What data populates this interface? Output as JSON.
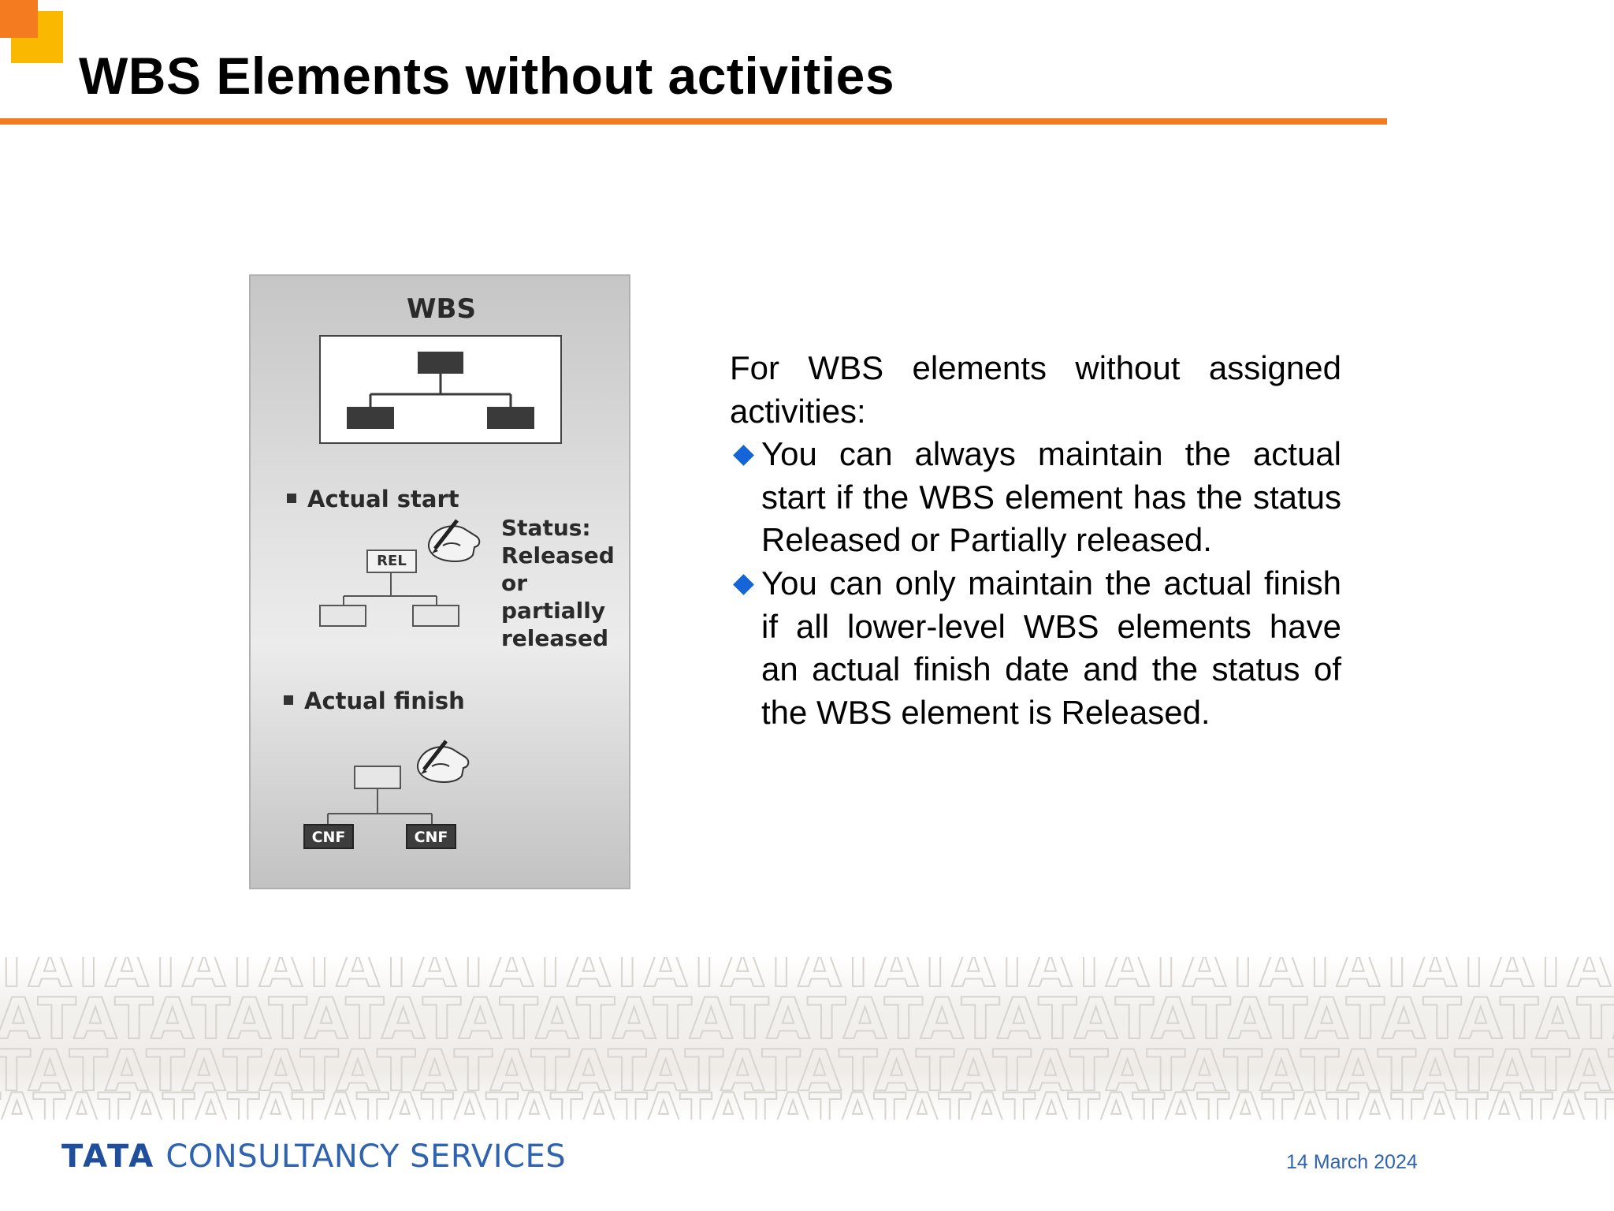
{
  "slide": {
    "title": "WBS Elements without activities"
  },
  "figure": {
    "heading": "WBS",
    "actual_start_label": "Actual start",
    "actual_finish_label": "Actual finish",
    "rel_badge": "REL",
    "cnf_badge_left": "CNF",
    "cnf_badge_right": "CNF",
    "status_lines": [
      "Status:",
      "Released",
      "or",
      "partially",
      "released"
    ]
  },
  "content": {
    "intro": "For WBS elements without assigned activities:",
    "bullets": [
      "You can always maintain the actual start if the WBS element has the status Released or Partially released.",
      "You can only maintain the actual finish if all lower-level WBS elements have an actual finish date and the status of the WBS element is Released."
    ]
  },
  "footer": {
    "brand_strong": "TATA",
    "brand_rest": "CONSULTANCY SERVICES",
    "date": "14 March 2024",
    "pattern_text": "TATA"
  },
  "colors": {
    "accent_orange": "#f47b20",
    "accent_yellow": "#fbb800",
    "bullet_blue": "#1565d8",
    "footer_blue": "#2f63b0"
  }
}
